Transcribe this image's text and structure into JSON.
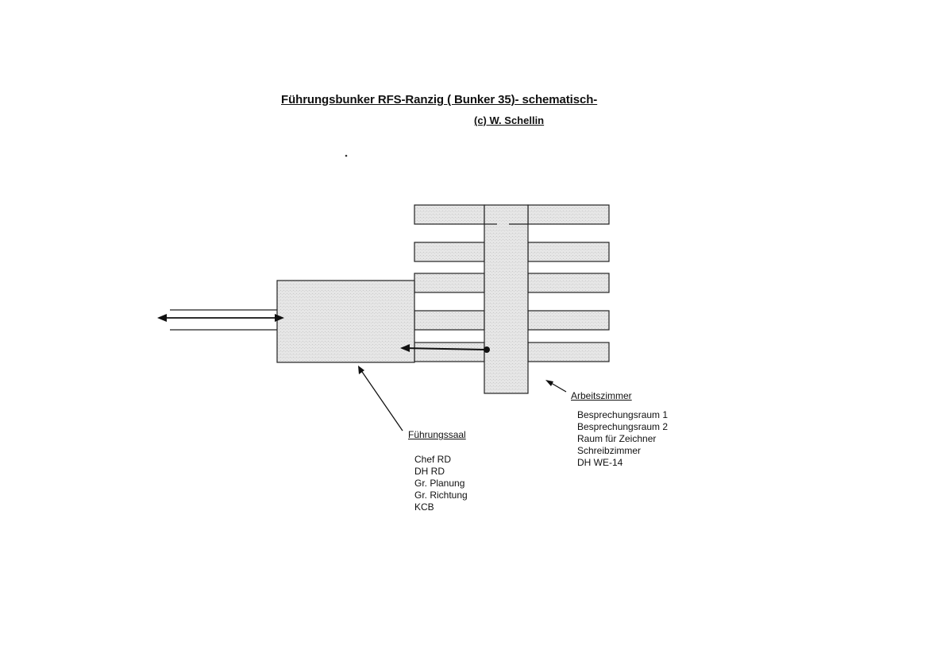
{
  "title": "Führungsbunker RFS-Ranzig ( Bunker 35)- schematisch-",
  "copyright": "(c) W. Schellin",
  "fuehrungssaal": {
    "label": "Führungssaal",
    "rooms": [
      "Chef RD",
      "DH RD",
      "Gr. Planung",
      "Gr. Richtung",
      "KCB"
    ]
  },
  "arbeitszimmer": {
    "label": "Arbeitszimmer",
    "rooms": [
      "Besprechungsraum 1",
      "Besprechungsraum 2",
      "Raum für Zeichner",
      "Schreibzimmer",
      "DH WE-14"
    ]
  },
  "colors": {
    "room_fill": "#e4e4e4",
    "line": "#222222"
  }
}
